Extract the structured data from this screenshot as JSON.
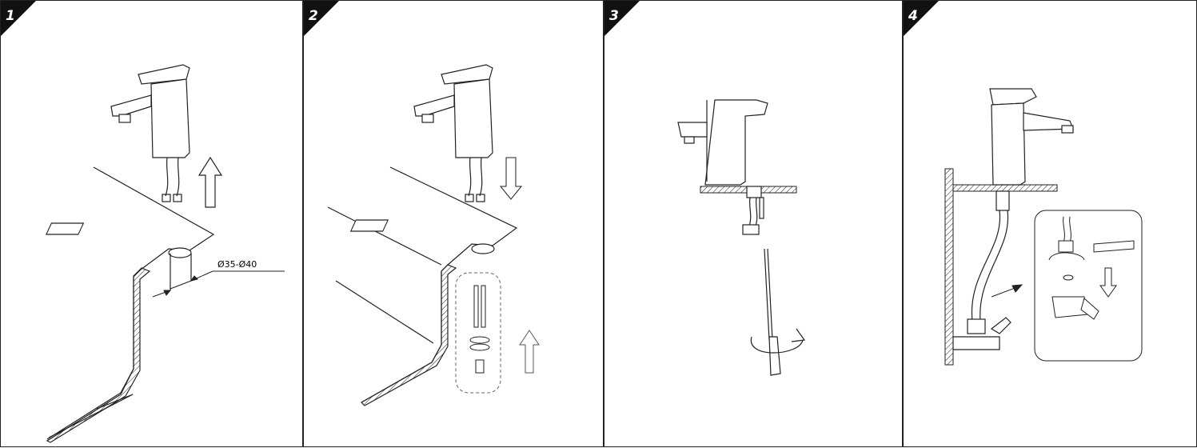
{
  "steps": [
    {
      "number": "1",
      "dimension_label": "Ø35-Ø40"
    },
    {
      "number": "2"
    },
    {
      "number": "3"
    },
    {
      "number": "4"
    }
  ]
}
